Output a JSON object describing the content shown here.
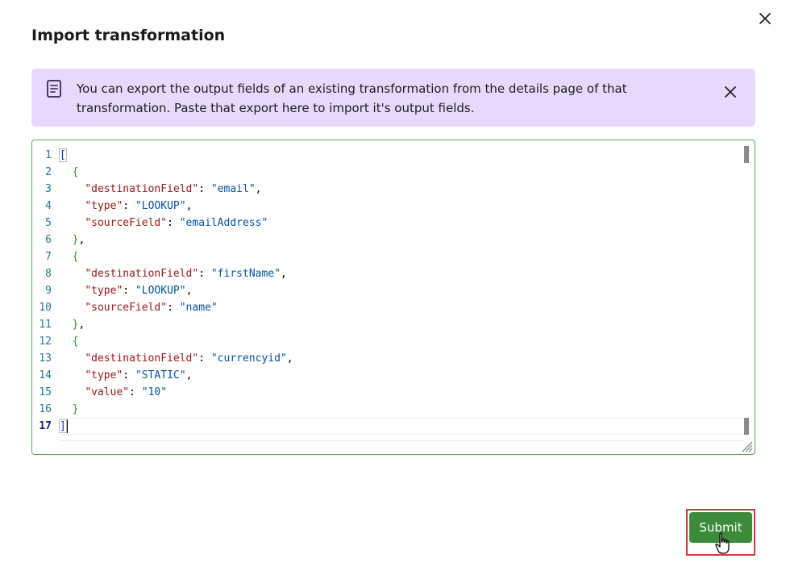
{
  "dialog": {
    "title": "Import transformation"
  },
  "banner": {
    "line1": "You can export the output fields of an existing transformation from the details page of that",
    "line2": "transformation. Paste that export here to import it's output fields.",
    "icon": "document-icon",
    "bg_color": "#e7d9fb"
  },
  "editor": {
    "active_line": 17,
    "border_color": "#5aa55a",
    "lines": [
      "[",
      "  {",
      "    \"destinationField\": \"email\",",
      "    \"type\": \"LOOKUP\",",
      "    \"sourceField\": \"emailAddress\"",
      "  },",
      "  {",
      "    \"destinationField\": \"firstName\",",
      "    \"type\": \"LOOKUP\",",
      "    \"sourceField\": \"name\"",
      "  },",
      "  {",
      "    \"destinationField\": \"currencyid\",",
      "    \"type\": \"STATIC\",",
      "    \"value\": \"10\"",
      "  }",
      "]"
    ]
  },
  "footer": {
    "submit_label": "Submit",
    "submit_color": "#3b8b3b",
    "highlight_color": "#e0383e"
  }
}
